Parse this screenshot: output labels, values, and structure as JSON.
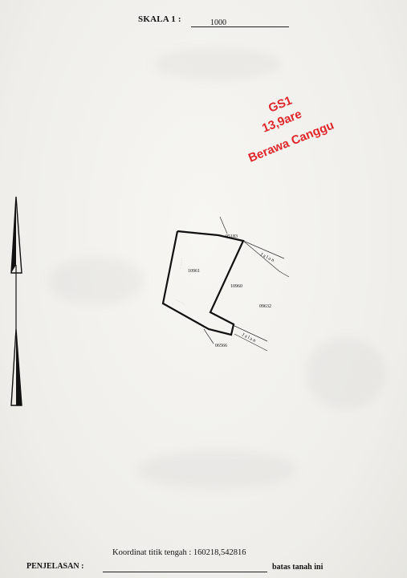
{
  "header": {
    "scale_label": "SKALA 1 :",
    "scale_value": "1000"
  },
  "stamp": {
    "line1": "GS1",
    "line2": "13,9are",
    "line3": "Berawa Canggu",
    "color": "#e0262a"
  },
  "map": {
    "parcels": [
      {
        "id": "10961"
      },
      {
        "id": "10960"
      },
      {
        "id": "09632"
      },
      {
        "id": "05183"
      },
      {
        "id": "06566"
      }
    ],
    "road_label_top": "J a l a n",
    "road_label_bottom": "J a l a n",
    "north_arrow_icon": "north-arrow-icon"
  },
  "footer": {
    "koordinat": "Koordinat titik tengah : 160218,542816",
    "penjelasan_label": "PENJELASAN :",
    "batas_label": "batas tanah ini"
  }
}
